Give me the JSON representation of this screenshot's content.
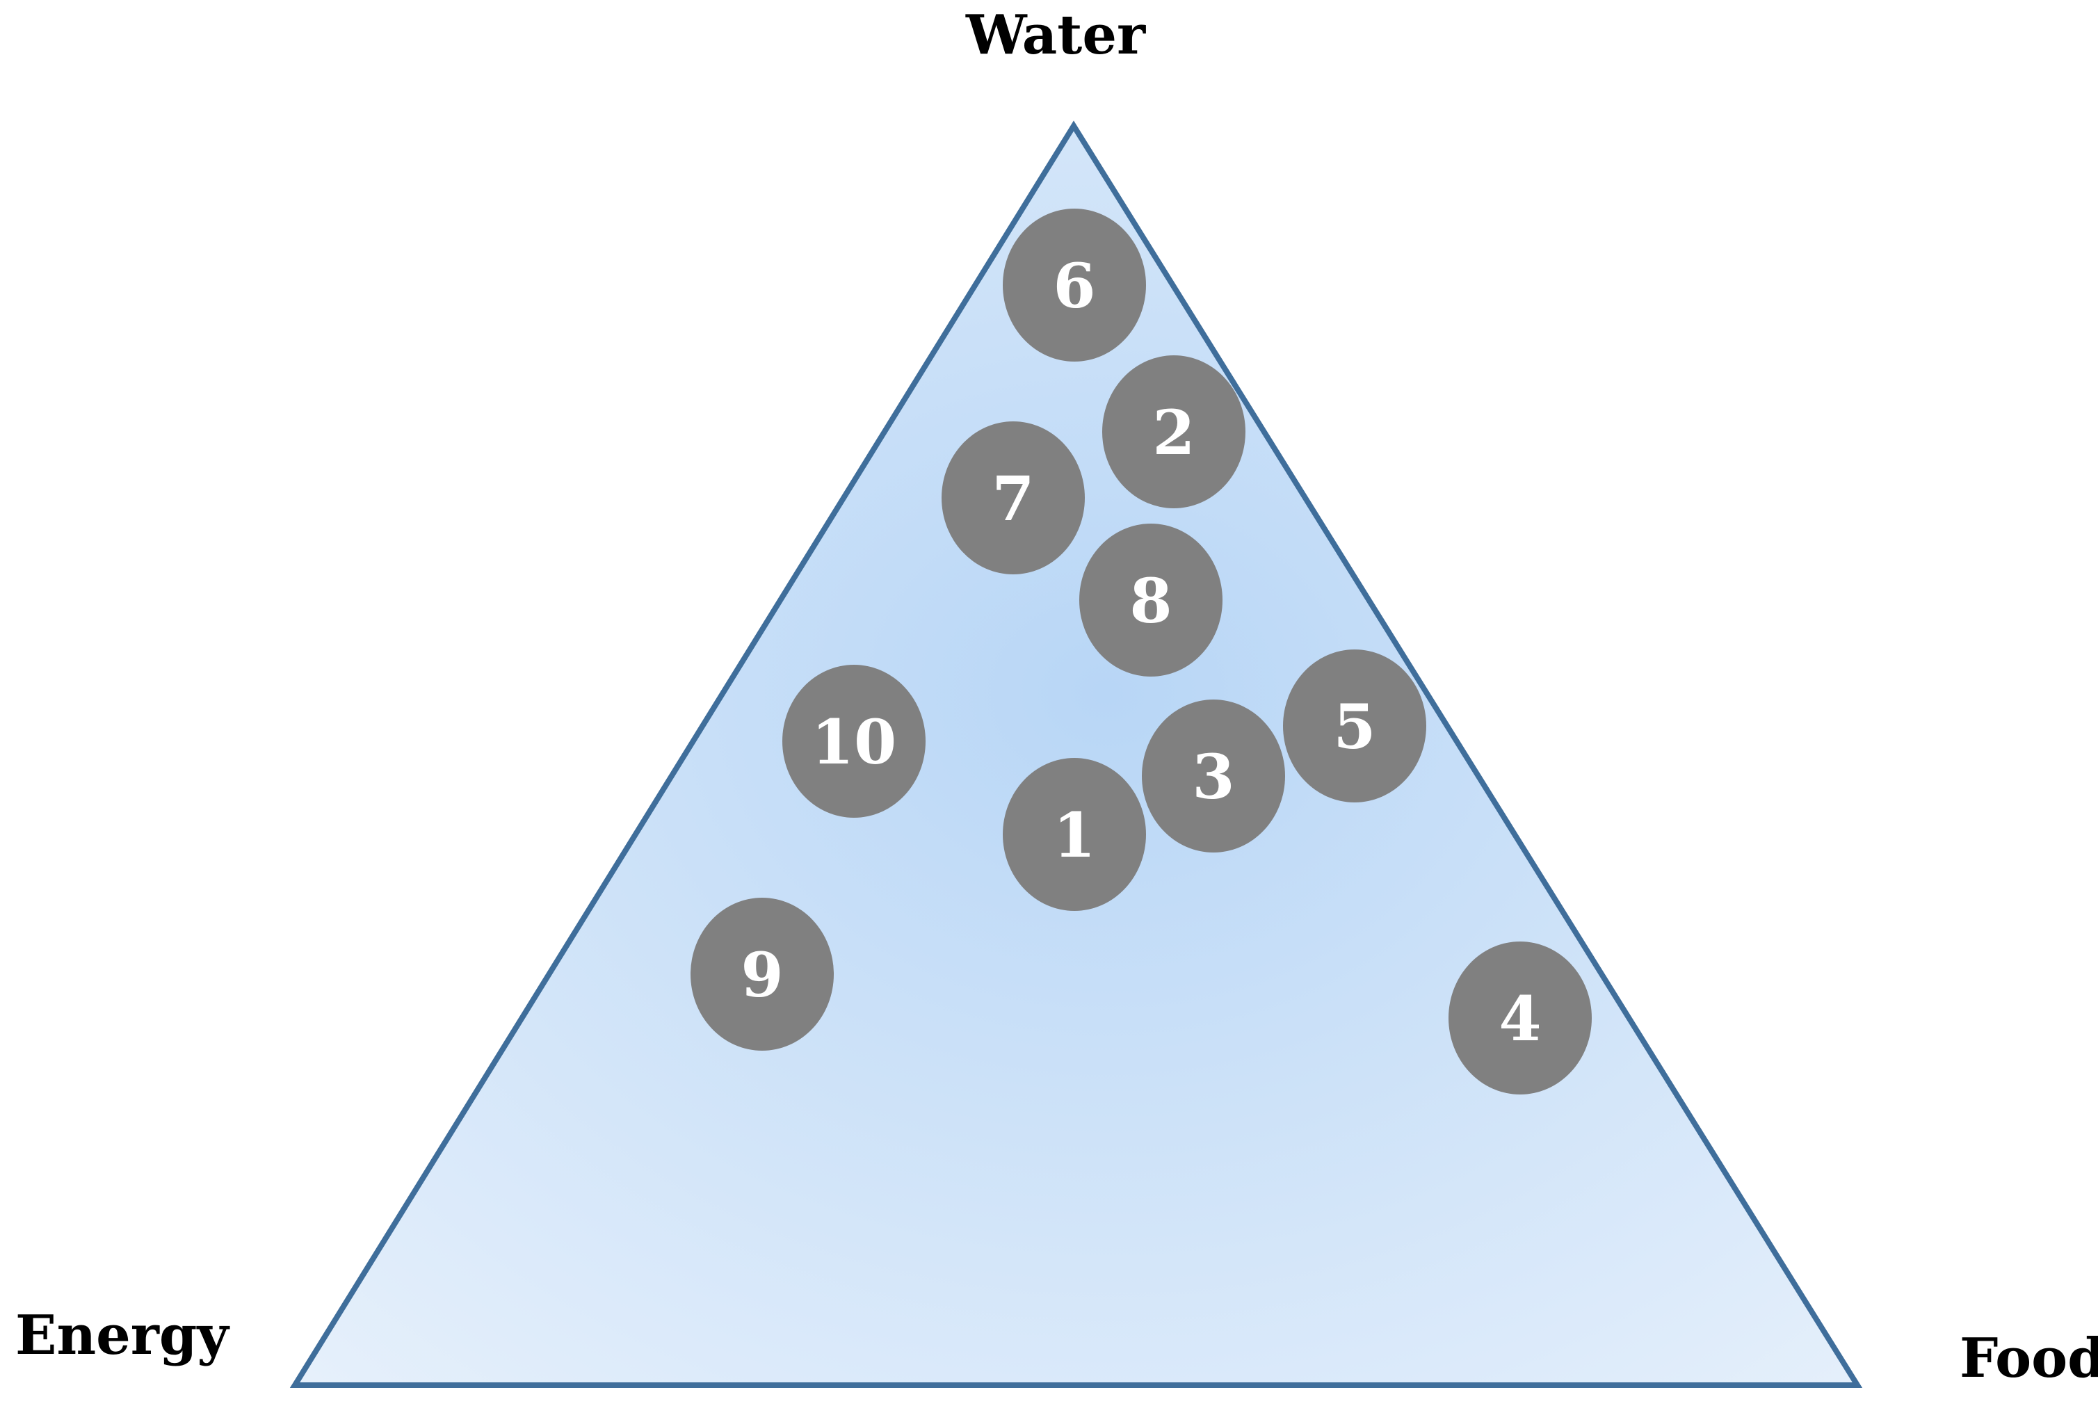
{
  "diagram": {
    "vertex_labels": {
      "top": "Water",
      "left": "Energy",
      "right": "Food"
    },
    "colors": {
      "triangle_stroke": "#3f6e9b",
      "triangle_fill_center": "#b8d6f6",
      "triangle_fill_edge": "#e6f0fb",
      "marker_fill": "#808080",
      "marker_text": "#ffffff"
    },
    "markers": [
      {
        "id": "1",
        "label": "1"
      },
      {
        "id": "2",
        "label": "2"
      },
      {
        "id": "3",
        "label": "3"
      },
      {
        "id": "4",
        "label": "4"
      },
      {
        "id": "5",
        "label": "5"
      },
      {
        "id": "6",
        "label": "6"
      },
      {
        "id": "7",
        "label": "7"
      },
      {
        "id": "8",
        "label": "8"
      },
      {
        "id": "9",
        "label": "9"
      },
      {
        "id": "10",
        "label": "10"
      }
    ]
  }
}
